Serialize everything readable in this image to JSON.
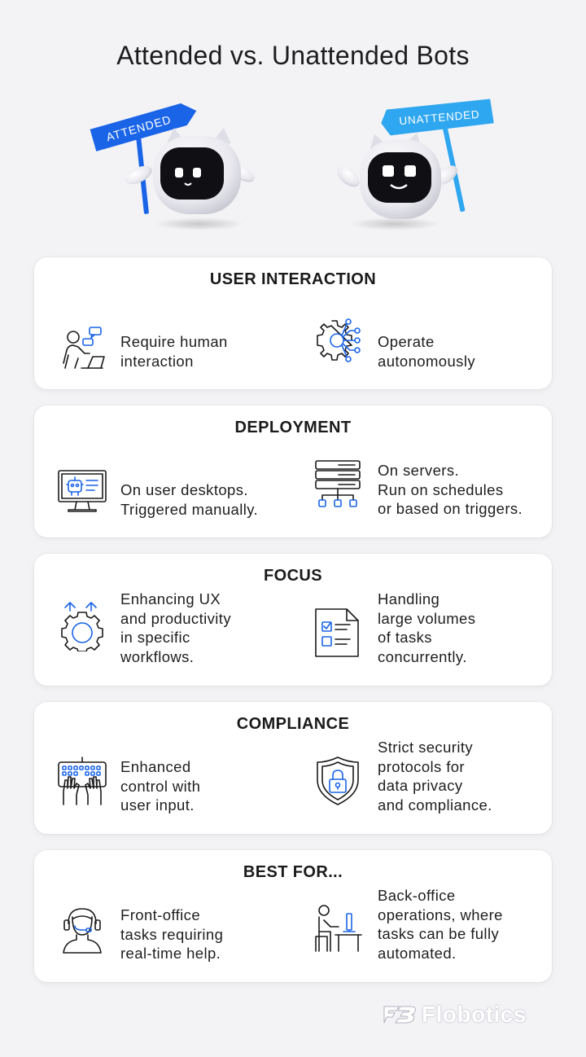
{
  "title": "Attended vs. Unattended Bots",
  "hero": {
    "attended_sign": "ATTENDED",
    "unattended_sign": "UNATTENDED"
  },
  "colors": {
    "accent_blue": "#1a64e8",
    "light_blue": "#2fa7f0",
    "card_bg": "#ffffff",
    "page_bg": "#f3f3f6"
  },
  "cards": [
    {
      "heading": "USER INTERACTION",
      "left": {
        "icon": "person-at-laptop-chat-icon",
        "text": "Require human\ninteraction"
      },
      "right": {
        "icon": "gear-network-icon",
        "text": "Operate\nautonomously"
      }
    },
    {
      "heading": "DEPLOYMENT",
      "left": {
        "icon": "desktop-bot-icon",
        "text": "On user desktops.\nTriggered manually."
      },
      "right": {
        "icon": "server-stack-icon",
        "text": "On servers.\nRun on schedules\nor based on triggers."
      }
    },
    {
      "heading": "FOCUS",
      "left": {
        "icon": "gear-arrows-up-icon",
        "text": "Enhancing UX\nand productivity\nin specific\nworkflows."
      },
      "right": {
        "icon": "checklist-document-icon",
        "text": "Handling\nlarge volumes\nof tasks\nconcurrently."
      }
    },
    {
      "heading": "COMPLIANCE",
      "left": {
        "icon": "hands-on-keyboard-icon",
        "text": "Enhanced\ncontrol with\nuser input."
      },
      "right": {
        "icon": "shield-lock-icon",
        "text": "Strict security\nprotocols for\ndata privacy\nand compliance."
      }
    },
    {
      "heading": "BEST FOR...",
      "left": {
        "icon": "headset-agent-icon",
        "text": "Front-office\ntasks requiring\nreal-time help."
      },
      "right": {
        "icon": "worker-at-desk-icon",
        "text": "Back-office\noperations, where\ntasks can be fully\nautomated."
      }
    }
  ],
  "brand": {
    "name": "Flobotics",
    "icon": "flobotics-logo-icon"
  }
}
